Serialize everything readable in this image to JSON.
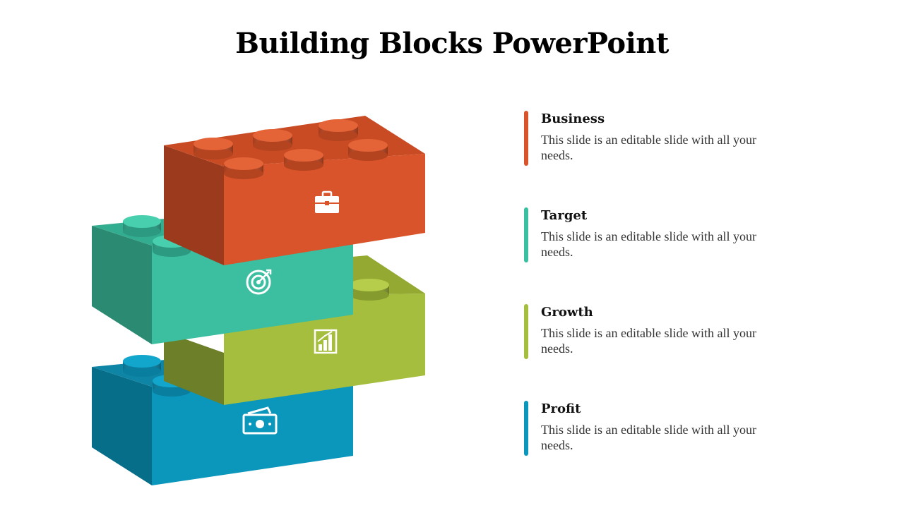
{
  "slide": {
    "title": "Building Blocks PowerPoint"
  },
  "blocks": [
    {
      "name": "business",
      "color": "#D9542B",
      "icon": "briefcase-icon"
    },
    {
      "name": "target",
      "color": "#3BBFA0",
      "icon": "target-icon"
    },
    {
      "name": "growth",
      "color": "#A6BE3E",
      "icon": "growth-chart-icon"
    },
    {
      "name": "profit",
      "color": "#0B96BB",
      "icon": "money-icon"
    }
  ],
  "legend": [
    {
      "title": "Business",
      "desc": "This slide is an editable slide with all your needs.",
      "color": "#D9542B"
    },
    {
      "title": "Target",
      "desc": "This slide is an editable slide with all your needs.",
      "color": "#3BBFA0"
    },
    {
      "title": "Growth",
      "desc": "This slide is an editable slide with all your needs.",
      "color": "#A6BE3E"
    },
    {
      "title": "Profit",
      "desc": "This slide is an editable slide with all your needs.",
      "color": "#0B96BB"
    }
  ]
}
